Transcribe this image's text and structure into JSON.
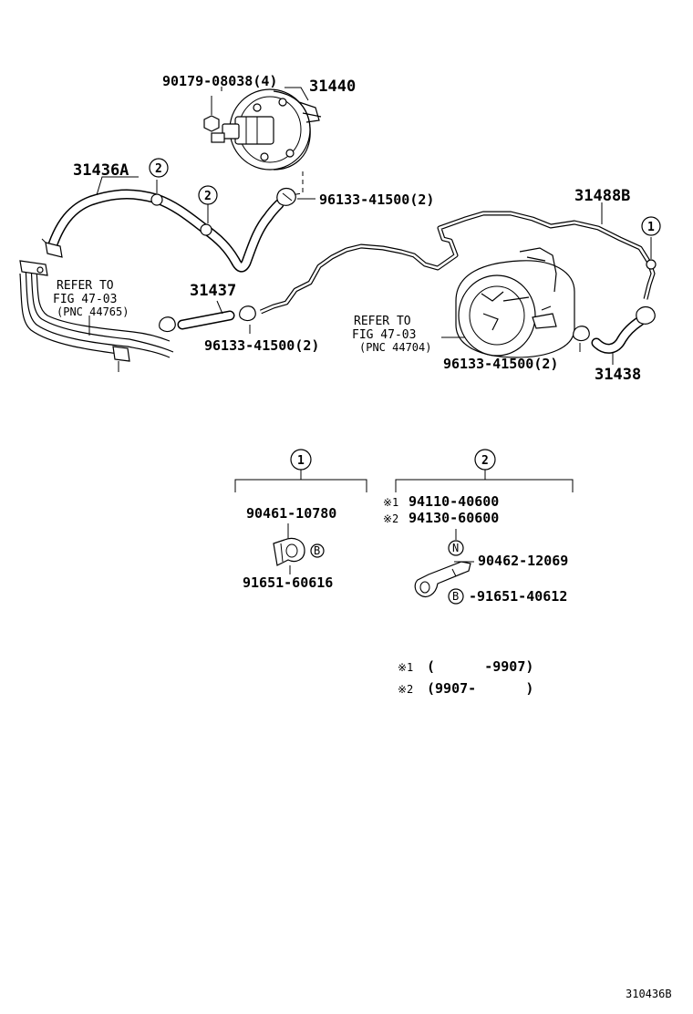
{
  "labels": {
    "p90179": "90179-08038(4)",
    "p31440": "31440",
    "p31436a": "31436A",
    "p96133_top": "96133-41500(2)",
    "p31488b": "31488B",
    "p31437": "31437",
    "p96133_mid": "96133-41500(2)",
    "p96133_right": "96133-41500(2)",
    "p31438": "31438",
    "ref_left": [
      "REFER TO",
      "FIG 47-03",
      "(PNC 44765)"
    ],
    "ref_right": [
      "REFER TO",
      "FIG 47-03",
      "(PNC 44704)"
    ]
  },
  "callouts": {
    "one": "1",
    "two": "2"
  },
  "detail_one": {
    "part_a": "90461-10780",
    "symbol_b": "B",
    "part_b": "91651-60616"
  },
  "detail_two": {
    "mark1": "※1",
    "part_1": "94110-40600",
    "mark2": "※2",
    "part_2": "94130-60600",
    "symbol_n": "N",
    "part_n": "90462-12069",
    "symbol_b": "B",
    "part_b": "-91651-40612"
  },
  "legend": {
    "line1_mark": "※1",
    "line1_range": "(      -9907)",
    "line2_mark": "※2",
    "line2_range": "(9907-      )"
  },
  "figure_id": "310436B"
}
